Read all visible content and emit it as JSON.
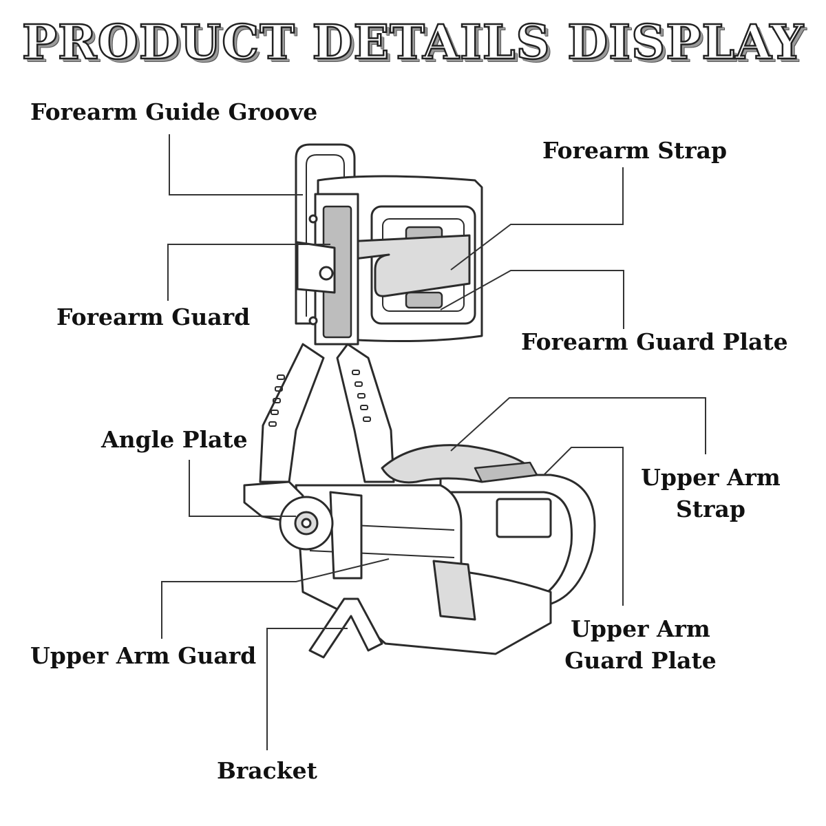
{
  "title": "PRODUCT DETAILS DISPLAY",
  "labels": {
    "forearm_guide_groove": "Forearm Guide Groove",
    "forearm_strap": "Forearm Strap",
    "forearm_guard": "Forearm Guard",
    "forearm_guard_plate": "Forearm Guard Plate",
    "angle_plate": "Angle Plate",
    "upper_arm_strap_1": "Upper Arm",
    "upper_arm_strap_2": "Strap",
    "upper_arm_guard_plate_1": "Upper Arm",
    "upper_arm_guard_plate_2": "Guard Plate",
    "upper_arm_guard": "Upper Arm Guard",
    "bracket": "Bracket"
  }
}
